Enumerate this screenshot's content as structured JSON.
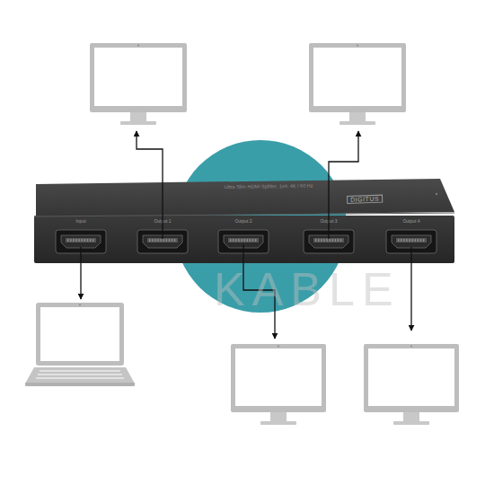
{
  "diagram": {
    "nodes": [
      {
        "text": [
          "Ultra Slim HDMI Splitter, 1x4, 4K / 60 Hz",
          "DIGITUS"
        ]
      },
      {
        "text": [
          "Input"
        ],
        "in": 0
      },
      {
        "text": [
          "Output 1"
        ],
        "in": 0
      },
      {
        "text": [
          "Output 2"
        ],
        "in": 0
      },
      {
        "text": [
          "Output 3"
        ],
        "in": 0
      },
      {
        "text": [
          "Output 4"
        ],
        "in": 0
      }
    ],
    "labels": [
      "KABLE"
    ]
  }
}
